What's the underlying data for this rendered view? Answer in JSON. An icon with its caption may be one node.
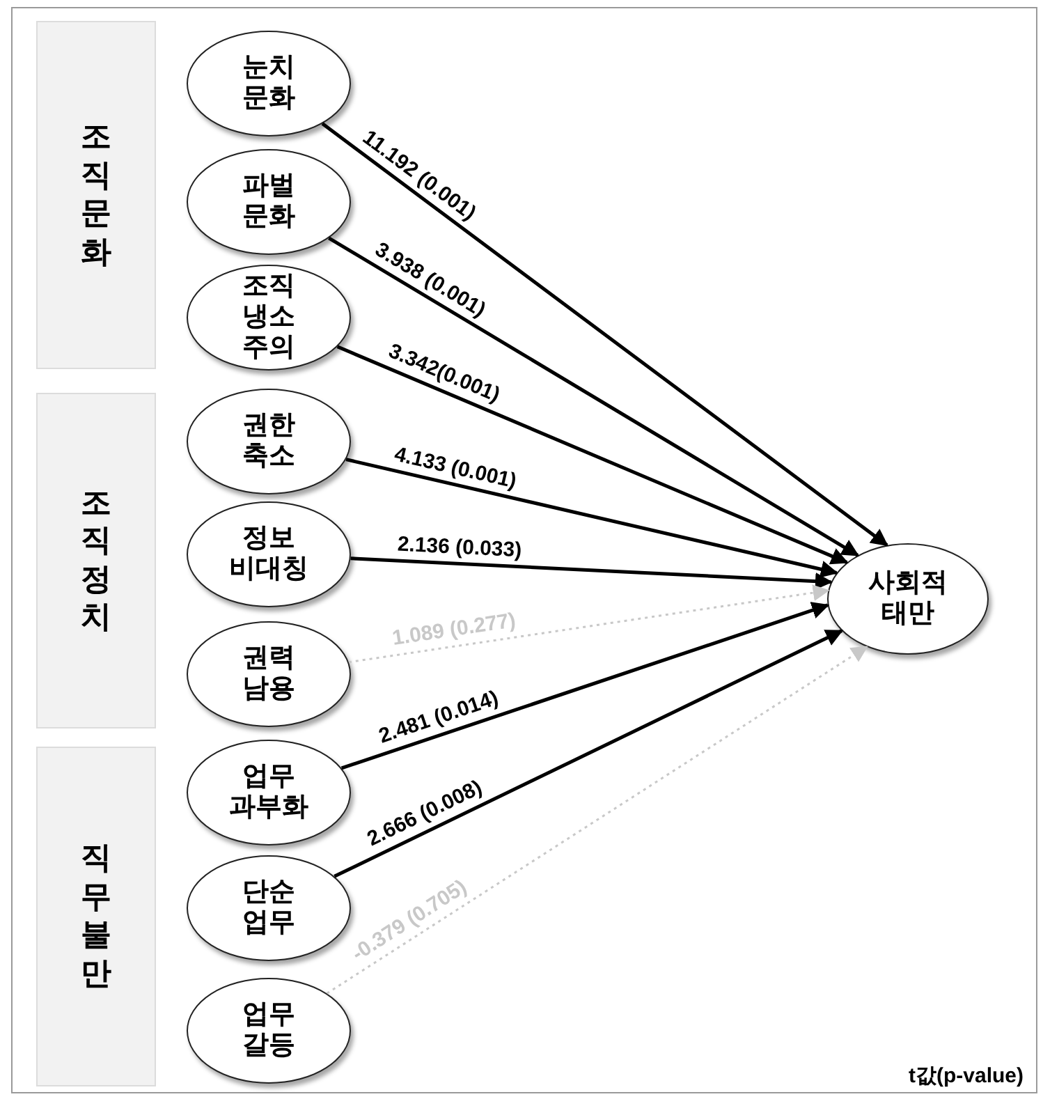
{
  "diagram": {
    "nodes": [
      {
        "text": [
          "조직문화"
        ]
      },
      {
        "text": [
          "조직정치"
        ]
      },
      {
        "text": [
          "직무불만"
        ]
      },
      {
        "text": [
          "눈치 문화"
        ]
      },
      {
        "text": [
          "파벌 문화"
        ]
      },
      {
        "text": [
          "조직 냉소 주의"
        ]
      },
      {
        "text": [
          "권한 축소"
        ]
      },
      {
        "text": [
          "정보 비대칭"
        ]
      },
      {
        "text": [
          "권력 남용"
        ]
      },
      {
        "text": [
          "업무 과부화"
        ]
      },
      {
        "text": [
          "단순 업무"
        ]
      },
      {
        "text": [
          "업무 갈등"
        ]
      },
      {
        "text": [
          "사회적 태만"
        ]
      }
    ],
    "edges": [
      {
        "from": 3,
        "to": 12,
        "arrow": "to",
        "label": "11.192 (0.001)"
      },
      {
        "from": 4,
        "to": 12,
        "arrow": "to",
        "label": "3.938 (0.001)"
      },
      {
        "from": 5,
        "to": 12,
        "arrow": "to",
        "label": "3.342(0.001)"
      },
      {
        "from": 6,
        "to": 12,
        "arrow": "to",
        "label": "4.133 (0.001)"
      },
      {
        "from": 7,
        "to": 12,
        "arrow": "to",
        "label": "2.136 (0.033)"
      },
      {
        "from": 8,
        "to": 12,
        "arrow": "to",
        "label": "1.089 (0.277)",
        "style": "dashed",
        "color": "#c8c8c8"
      },
      {
        "from": 9,
        "to": 12,
        "arrow": "to",
        "label": "2.481 (0.014)"
      },
      {
        "from": 10,
        "to": 12,
        "arrow": "to",
        "label": "2.666 (0.008)"
      },
      {
        "from": 11,
        "to": 12,
        "arrow": "to",
        "label": "-0.379 (0.705)",
        "style": "dashed",
        "color": "#c8c8c8"
      }
    ],
    "labels": [
      "t값(p-value)"
    ]
  }
}
